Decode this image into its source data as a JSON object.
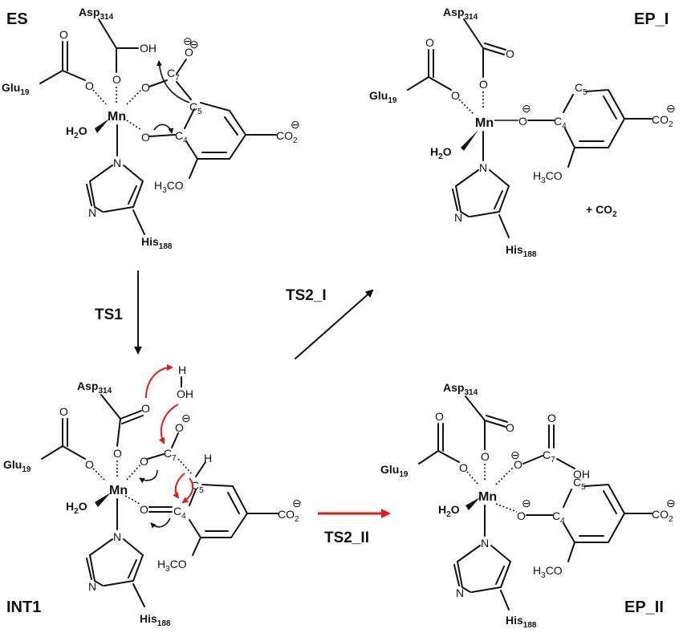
{
  "stages": {
    "es": "ES",
    "ep1": "EP_I",
    "int1": "INT1",
    "ep2": "EP_II"
  },
  "transitions": {
    "ts1": "TS1",
    "ts2_1": "TS2_I",
    "ts2_2": "TS2_II"
  },
  "labels": {
    "asp": "Asp",
    "asp_sub": "314",
    "glu": "Glu",
    "glu_sub": "19",
    "his": "His",
    "his_sub": "188",
    "mn": "Mn",
    "h2o": "H",
    "h2o_sub": "2",
    "h2o_tail": "O",
    "co2_main": "CO",
    "co2_sub": "2",
    "h3co": "H",
    "h3co_sub": "3",
    "h3co_tail": "CO",
    "c4": "C",
    "c4_sub": "4",
    "c5": "C",
    "c5_sub": "5",
    "c7": "C",
    "c7_sub": "7",
    "oh": "OH",
    "o": "O",
    "h": "H",
    "n": "N",
    "minus": "⊖",
    "plus_co2": "+ CO",
    "plus_co2_sub": "2"
  },
  "colors": {
    "ink": "#111111",
    "red_arrow": "#e01b1b",
    "background": "#ffffff"
  }
}
